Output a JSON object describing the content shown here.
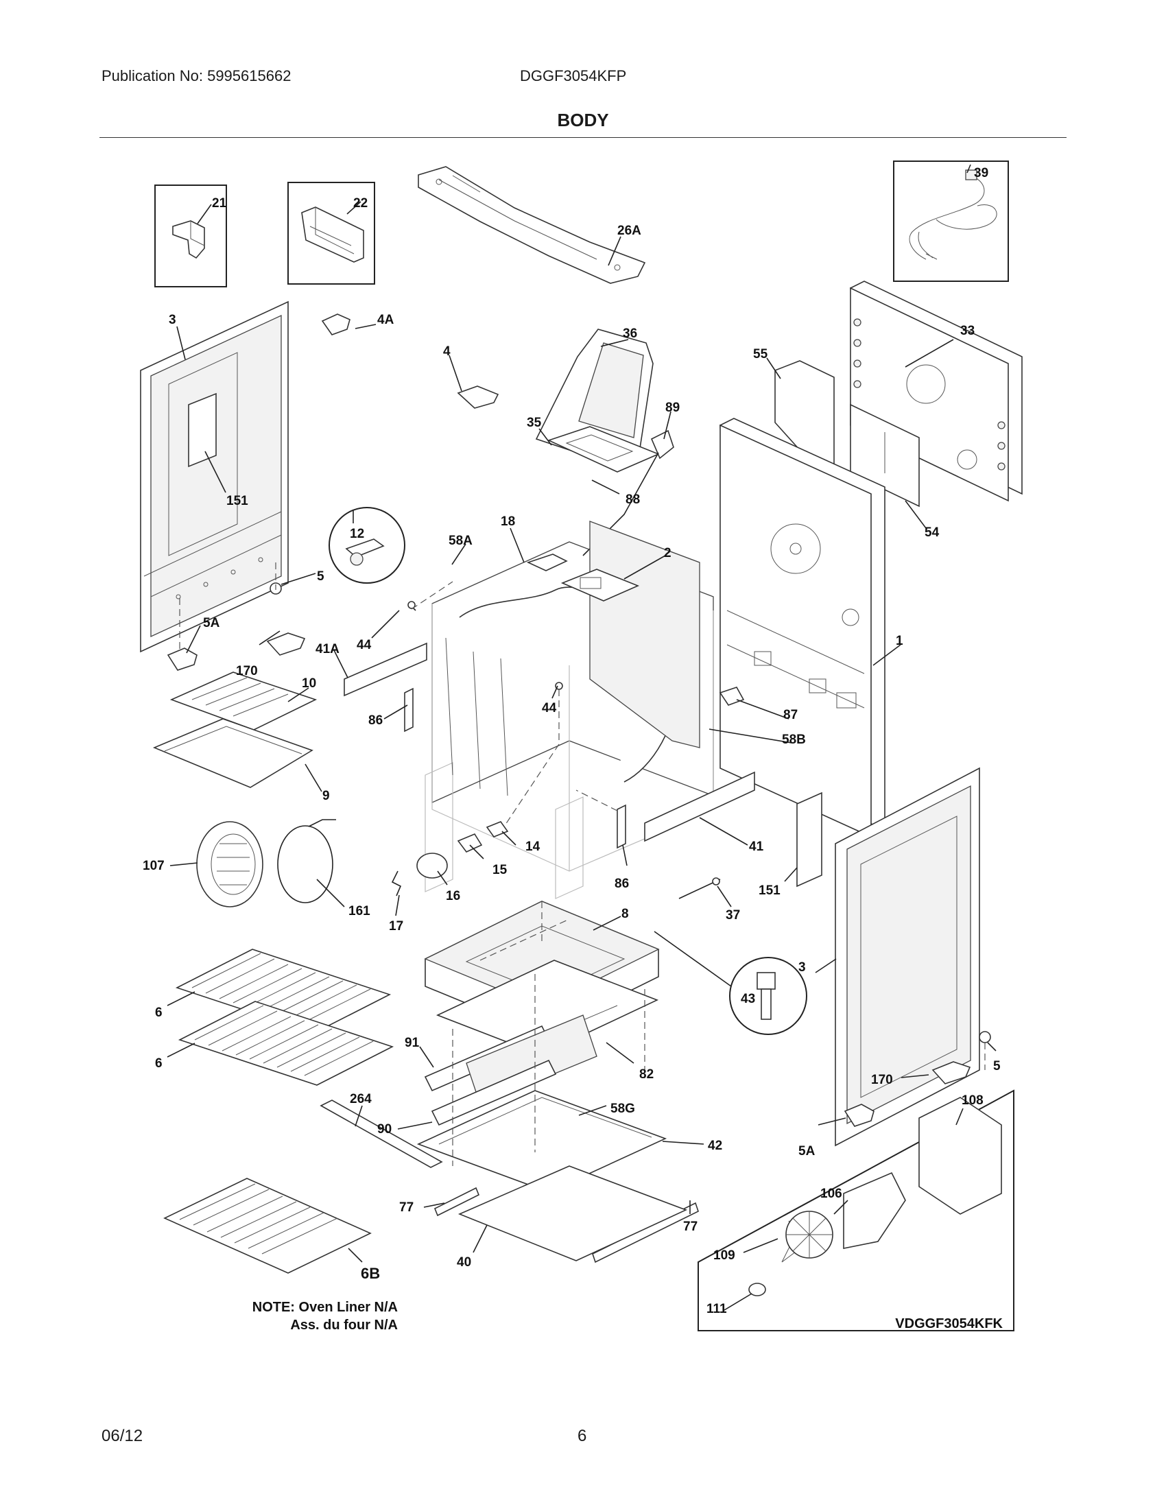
{
  "header": {
    "publication": "Publication No: 5995615662",
    "model": "DGGF3054KFP",
    "section_title": "BODY"
  },
  "labels": {
    "l21": "21",
    "l22": "22",
    "l26A": "26A",
    "l39": "39",
    "l3a": "3",
    "l4A": "4A",
    "l36": "36",
    "l33": "33",
    "l4": "4",
    "l55": "55",
    "l89": "89",
    "l35": "35",
    "l88": "88",
    "l151a": "151",
    "l54": "54",
    "l12": "12",
    "l18": "18",
    "l58A": "58A",
    "l2": "2",
    "l5a": "5",
    "l5Aa": "5A",
    "l44a": "44",
    "l1": "1",
    "l41A": "41A",
    "l170a": "170",
    "l10": "10",
    "l87": "87",
    "l44b": "44",
    "l86a": "86",
    "l58B": "58B",
    "l9": "9",
    "l14": "14",
    "l41": "41",
    "l107": "107",
    "l15": "15",
    "l86b": "86",
    "l151b": "151",
    "l16": "16",
    "l161": "161",
    "l17": "17",
    "l37": "37",
    "l8": "8",
    "l3b": "3",
    "l43": "43",
    "l6a": "6",
    "l6b": "6",
    "l91": "91",
    "l82": "82",
    "l5b": "5",
    "l170b": "170",
    "l264": "264",
    "l58G": "58G",
    "l108": "108",
    "l90": "90",
    "l42": "42",
    "l5Ab": "5A",
    "l106": "106",
    "l77a": "77",
    "l77b": "77",
    "l109": "109",
    "l40": "40",
    "l6B": "6B",
    "l111": "111"
  },
  "note": {
    "line1": "NOTE: Oven Liner N/A",
    "line2": "Ass. du four N/A"
  },
  "inset_model": "VDGGF3054KFK",
  "footer": {
    "date": "06/12",
    "page": "6"
  }
}
